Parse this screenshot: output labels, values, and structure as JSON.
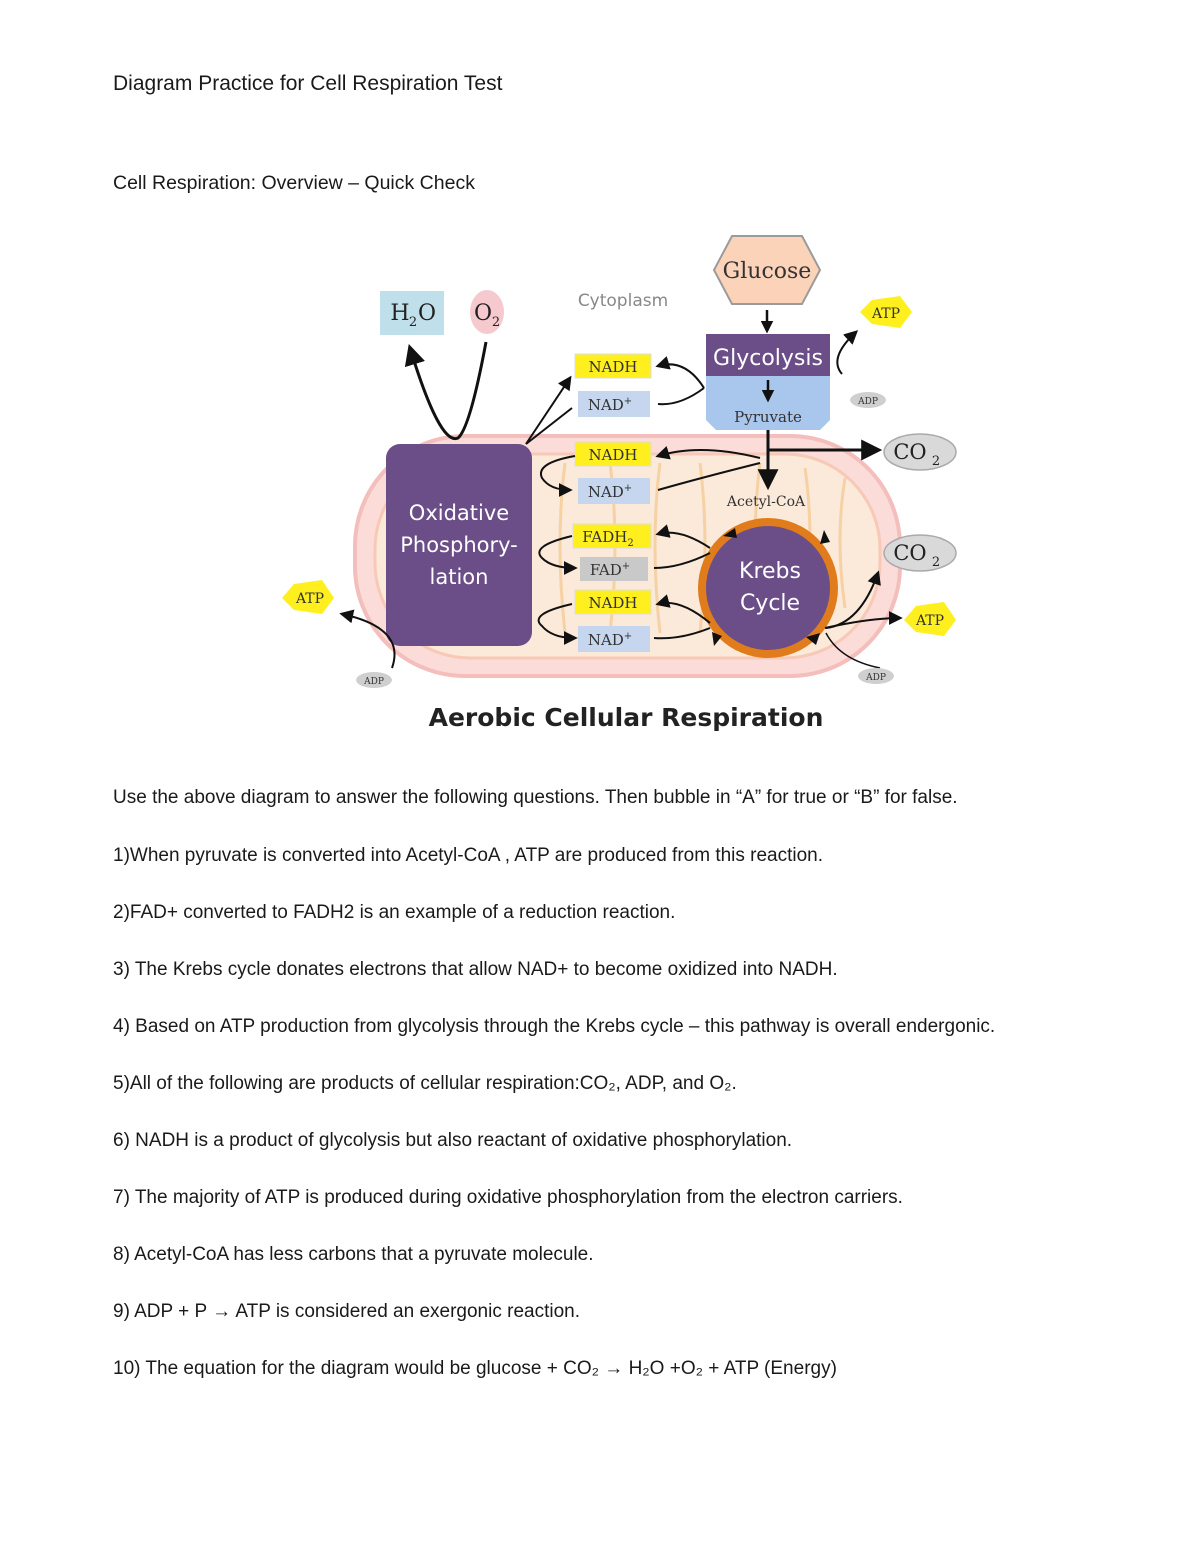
{
  "document": {
    "title": "Diagram Practice for Cell Respiration Test",
    "section": "Cell Respiration: Overview – Quick Check",
    "instructions": "Use the above diagram to answer the following questions. Then bubble in “A” for true or “B” for false."
  },
  "diagram": {
    "title": "Aerobic Cellular Respiration",
    "cytoplasm": "Cytoplasm",
    "glucose": "Glucose",
    "glycolysis": "Glycolysis",
    "pyruvate": "Pyruvate",
    "acetyl_coa": "Acetyl-CoA",
    "krebs_line1": "Krebs",
    "krebs_line2": "Cycle",
    "oxphos_line1": "Oxidative",
    "oxphos_line2": "Phosphory-",
    "oxphos_line3": "lation",
    "h2o": "H",
    "h2o_sub": "2",
    "h2o_end": "O",
    "o2": "O",
    "o2_sub": "2",
    "co2": "CO",
    "co2_sub": "2",
    "atp": "ATP",
    "adp": "ADP",
    "nadh": "NADH",
    "nad": "NAD",
    "nad_sup": "+",
    "fadh": "FADH",
    "fadh_sub": "2",
    "fad": "FAD",
    "fad_sup": "+",
    "colors": {
      "glucose_fill": "#fbd3b8",
      "glycolysis_fill": "#6b4e88",
      "pyruvate_fill": "#a9c6ec",
      "oxphos_fill": "#6b4e88",
      "krebs_fill": "#6b4e88",
      "krebs_ring": "#e07c1c",
      "carrier_yellow": "#ffef1f",
      "carrier_blue": "#c5d6ee",
      "mito_fill": "#fbdcd8",
      "mito_stroke": "#f0b9b6"
    }
  },
  "questions": [
    "1)When pyruvate is converted into Acetyl-CoA , ATP are produced from this reaction.",
    "2)FAD+ converted to FADH2 is an example of a reduction reaction.",
    "3) The Krebs cycle donates electrons that allow NAD+ to become oxidized into NADH.",
    "4) Based on ATP production from glycolysis through the Krebs cycle – this pathway is overall endergonic.",
    "5)All of the following are products of cellular respiration:CO₂, ADP, and O₂.",
    "6) NADH is a product of glycolysis but also reactant of oxidative phosphorylation.",
    "7) The majority of ATP is produced during oxidative phosphorylation from the electron carriers.",
    "8) Acetyl-CoA has less carbons that a pyruvate molecule.",
    "9) ADP + P → ATP is considered an exergonic reaction.",
    "10) The equation for the diagram would be glucose + CO₂ → H₂O +O₂ + ATP (Energy)"
  ]
}
